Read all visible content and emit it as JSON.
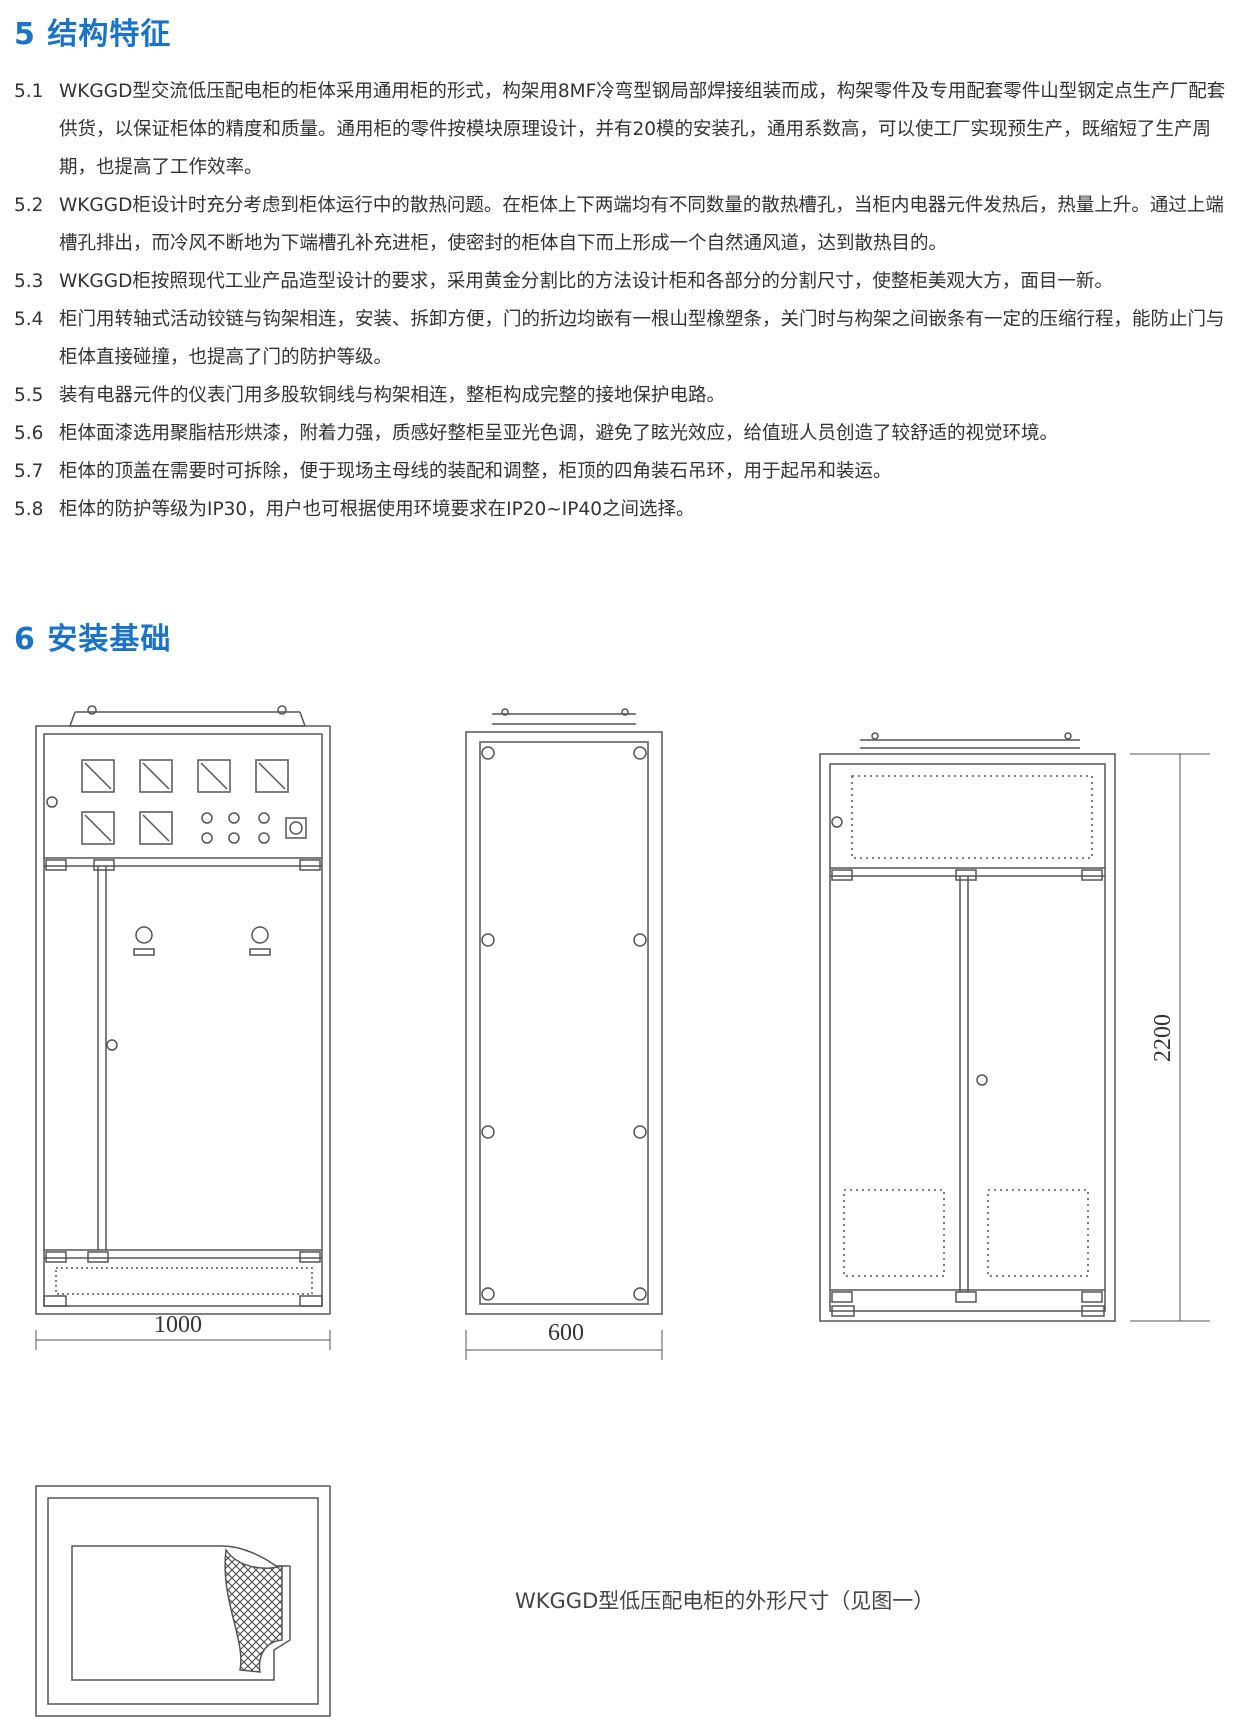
{
  "section5": {
    "title": "5 结构特征",
    "items": [
      {
        "num": "5.1",
        "text": "WKGGD型交流低压配电柜的柜体采用通用柜的形式，构架用8MF冷弯型钢局部焊接组装而成，构架零件及专用配套零件山型钢定点生产厂配套供货，以保证柜体的精度和质量。通用柜的零件按模块原理设计，并有20模的安装孔，通用系数高，可以使工厂实现预生产，既缩短了生产周期，也提高了工作效率。"
      },
      {
        "num": "5.2",
        "text": "WKGGD柜设计时充分考虑到柜体运行中的散热问题。在柜体上下两端均有不同数量的散热槽孔，当柜内电器元件发热后，热量上升。通过上端槽孔排出，而冷风不断地为下端槽孔补充进柜，使密封的柜体自下而上形成一个自然通风道，达到散热目的。"
      },
      {
        "num": "5.3",
        "text": "WKGGD柜按照现代工业产品造型设计的要求，采用黄金分割比的方法设计柜和各部分的分割尺寸，使整柜美观大方，面目一新。"
      },
      {
        "num": "5.4",
        "text": "柜门用转轴式活动铰链与钩架相连，安装、拆卸方便，门的折边均嵌有一根山型橡塑条，关门时与构架之间嵌条有一定的压缩行程，能防止门与柜体直接碰撞，也提高了门的防护等级。"
      },
      {
        "num": "5.5",
        "text": "装有电器元件的仪表门用多股软铜线与构架相连，整柜构成完整的接地保护电路。"
      },
      {
        "num": "5.6",
        "text": "柜体面漆选用聚脂桔形烘漆，附着力强，质感好整柜呈亚光色调，避免了眩光效应，给值班人员创造了较舒适的视觉环境。"
      },
      {
        "num": "5.7",
        "text": "柜体的顶盖在需要时可拆除，便于现场主母线的装配和调整，柜顶的四角装石吊环，用于起吊和装运。"
      },
      {
        "num": "5.8",
        "text": "柜体的防护等级为IP30，用户也可根据使用环境要求在IP20~IP40之间选择。"
      }
    ]
  },
  "section6": {
    "title": "6 安装基础",
    "dims": {
      "width": "1000",
      "depth": "600",
      "height": "2200"
    },
    "caption": "WKGGD型低压配电柜的外形尺寸（见图一）"
  },
  "colors": {
    "heading": "#1a73c8",
    "text": "#333333",
    "line": "#555555"
  }
}
